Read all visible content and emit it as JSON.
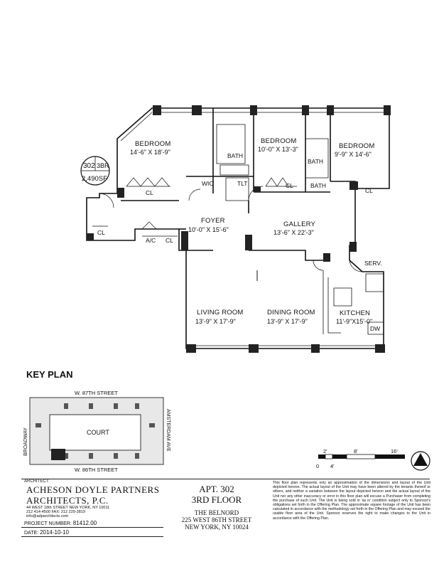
{
  "unit_badge": {
    "apt": "302",
    "rooms": "3BR",
    "area": "2,490SF"
  },
  "rooms": [
    {
      "name": "BEDROOM",
      "dim": "14'-6\" X 18'-9\""
    },
    {
      "name": "BEDROOM",
      "dim": "10'-0\" X 13'-3\""
    },
    {
      "name": "BEDROOM",
      "dim": "9'-9\" X 14'-6\""
    },
    {
      "name": "FOYER",
      "dim": "10'-0\" X 15'-6\""
    },
    {
      "name": "GALLERY",
      "dim": "13'-6\" X 22'-3\""
    },
    {
      "name": "LIVING ROOM",
      "dim": "13'-9\" X 17'-9\""
    },
    {
      "name": "DINING ROOM",
      "dim": "13'-9\" X 17'-9\""
    },
    {
      "name": "KITCHEN",
      "dim": "11'-9\"X15'-0\""
    }
  ],
  "fixtures": {
    "bath": "BATH",
    "wic": "WIC",
    "tlt": "TLT",
    "cl": "CL",
    "ac": "A/C",
    "serv": "SERV.",
    "dw": "DW"
  },
  "key_plan": {
    "title": "KEY PLAN",
    "north_street": "W. 87TH STREET",
    "south_street": "W. 86TH STREET",
    "west_street": "BROADWAY",
    "east_street": "AMSTERDAM AVE",
    "court": "COURT"
  },
  "scale": {
    "marks": [
      "0",
      "2'",
      "4'",
      "8'",
      "16'"
    ]
  },
  "architect": {
    "heading": "ARCHITECT:",
    "firm_line1": "ACHESON DOYLE PARTNERS",
    "firm_line2": "ARCHITECTS, P.C.",
    "address": "44 WEST 18th STREET  NEW YORK, NY 10011",
    "phone": "212 414-4500  FAX: 212 229-3819",
    "email": "info@adparchitects.com",
    "project_label": "PROJECT NUMBER:",
    "project_number": "81412.00",
    "date_label": "DATE:",
    "date": "2014-10-10"
  },
  "apartment": {
    "apt": "APT. 302",
    "floor": "3RD FLOOR",
    "building": "THE BELNORD",
    "street": "225 WEST 86TH STREET",
    "city": "NEW YORK, NY 10024"
  },
  "disclaimer": "This floor plan represents only an approximation of the dimensions and layout of the Unit depicted hereon. The actual layout of the Unit may have been altered by the tenants thereof or others, and neither a variation between the layout depicted hereon and the actual layout of the Unit nor any other inaccuracy or error in this floor plan will excuse a Purchaser from completing the purchase of such Unit. The Unit is being sold in 'as is' condition subject only to Sponsor's obligations set forth in the Offering Plan. The approximate square footage of the Unit has been calculated in accordance with the methodology set forth in the Offering Plan and may exceed the usable floor area of the Unit. Sponsor reserves the right to make changes to the Unit in accordance with the Offering Plan."
}
